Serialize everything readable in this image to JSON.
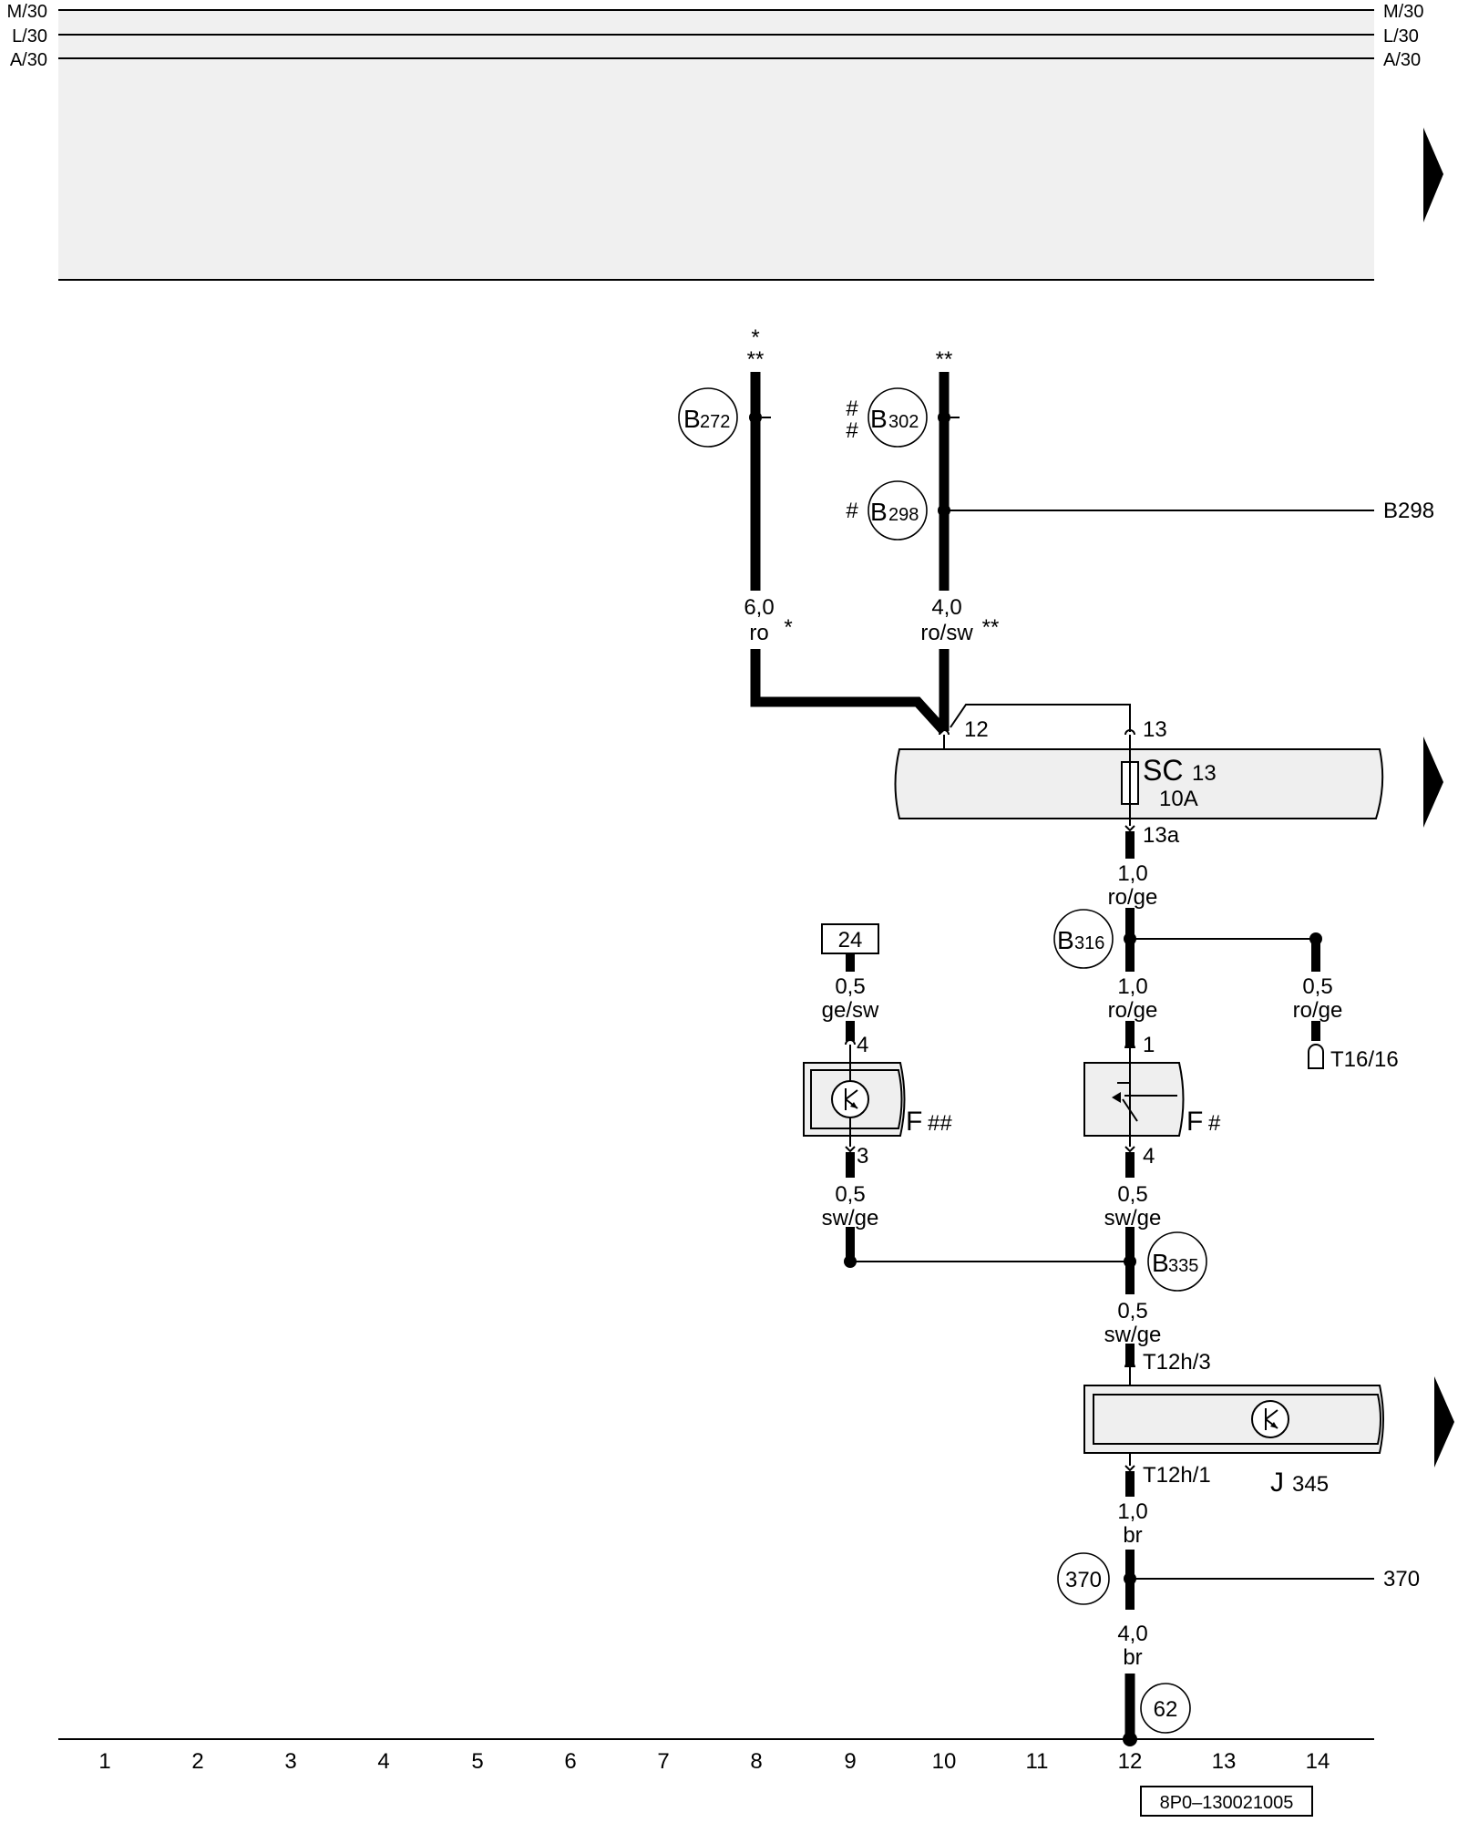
{
  "rails": {
    "left": [
      "M/30",
      "L/30",
      "A/30"
    ],
    "right": [
      "M/30",
      "L/30",
      "A/30"
    ]
  },
  "stars": {
    "single": "*",
    "double": "**"
  },
  "hashes": {
    "single": "#",
    "double": "##"
  },
  "connectors": {
    "b272": {
      "prefix": "B",
      "num": "272"
    },
    "b302": {
      "prefix": "B",
      "num": "302"
    },
    "b298": {
      "prefix": "B",
      "num": "298"
    },
    "b316": {
      "prefix": "B",
      "num": "316"
    },
    "b335": {
      "prefix": "B",
      "num": "335"
    },
    "c370": "370",
    "c62": "62"
  },
  "refs": {
    "b298": "B298",
    "r370": "370",
    "box24": "24"
  },
  "wires": {
    "w1": {
      "size": "6,0",
      "color": "ro"
    },
    "w2": {
      "size": "4,0",
      "color": "ro/sw"
    },
    "w3": {
      "size": "1,0",
      "color": "ro/ge"
    },
    "w4": {
      "size": "1,0",
      "color": "ro/ge"
    },
    "w5": {
      "size": "0,5",
      "color": "ro/ge"
    },
    "w6": {
      "size": "0,5",
      "color": "ge/sw"
    },
    "w7": {
      "size": "0,5",
      "color": "sw/ge"
    },
    "w8": {
      "size": "0,5",
      "color": "sw/ge"
    },
    "w9": {
      "size": "0,5",
      "color": "sw/ge"
    },
    "w10": {
      "size": "1,0",
      "color": "br"
    },
    "w11": {
      "size": "4,0",
      "color": "br"
    }
  },
  "pins": {
    "p12": "12",
    "p13": "13",
    "p13a": "13a",
    "p4a": "4",
    "p3": "3",
    "p1": "1",
    "p4b": "4",
    "t12h3": "T12h/3",
    "t12h1": "T12h/1",
    "t16": "T16/16"
  },
  "components": {
    "sc": {
      "name": "SC",
      "num": "13",
      "rating": "10A"
    },
    "f_left": {
      "name": "F",
      "mark": "##"
    },
    "f_right": {
      "name": "F",
      "mark": "#"
    },
    "j345": {
      "name": "J",
      "num": "345"
    }
  },
  "grid": [
    "1",
    "2",
    "3",
    "4",
    "5",
    "6",
    "7",
    "8",
    "9",
    "10",
    "11",
    "12",
    "13",
    "14"
  ],
  "doc_number": "8P0–130021005"
}
